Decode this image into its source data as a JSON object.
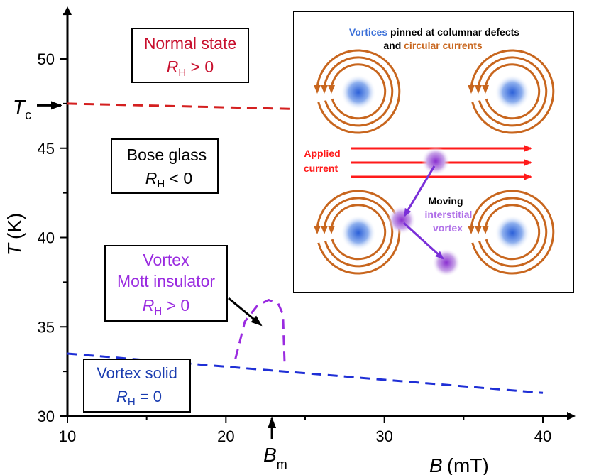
{
  "chart_data": {
    "type": "line",
    "xlabel": {
      "symbol": "B",
      "unit": "(mT)"
    },
    "ylabel": {
      "symbol": "T",
      "unit": "(K)"
    },
    "xlim": [
      10,
      41
    ],
    "ylim": [
      30,
      53
    ],
    "xticks": [
      10,
      20,
      30,
      40
    ],
    "yticks": [
      30,
      35,
      40,
      45,
      50
    ],
    "xtick_labels": [
      "10",
      "20",
      "30",
      "40"
    ],
    "ytick_labels": [
      "30",
      "35",
      "40",
      "45",
      "50"
    ],
    "markers": {
      "tc": {
        "symbol": "T",
        "subscript": "c",
        "value": 47.4
      },
      "bm": {
        "symbol": "B",
        "subscript": "m",
        "value": 22.9
      }
    },
    "series": [
      {
        "color": "#d42020",
        "style": "dashed",
        "x": [
          10,
          24.3
        ],
        "y": [
          47.5,
          47.2
        ]
      },
      {
        "color": "#1f2fd6",
        "style": "dashed",
        "x": [
          10,
          40
        ],
        "y": [
          33.5,
          31.3
        ]
      },
      {
        "color": "#9a2be0",
        "style": "dashed",
        "x": [
          20.6,
          21.2,
          22.0,
          22.7,
          23.3,
          23.6,
          23.7
        ],
        "y": [
          33.2,
          35.3,
          36.2,
          36.5,
          36.3,
          35.7,
          33.0
        ]
      }
    ],
    "regions": [
      {
        "line1": "Normal state",
        "line2_symbol": "R",
        "line2_sub": "H",
        "line2_rest": " > 0",
        "color": "#c8102e"
      },
      {
        "line1": "Bose glass",
        "line2_symbol": "R",
        "line2_sub": "H",
        "line2_rest": " < 0",
        "color": "#000000"
      },
      {
        "line1": "Vortex",
        "line1b": "Mott insulator",
        "line2_symbol": "R",
        "line2_sub": "H",
        "line2_rest": " > 0",
        "color": "#9a2be0"
      },
      {
        "line1": "Vortex solid",
        "line2_symbol": "R",
        "line2_sub": "H",
        "line2_rest": " = 0",
        "color": "#1a3cb0"
      }
    ],
    "inset": {
      "title_part1": "Vortices",
      "title_part2": " pinned at columnar defects",
      "title_line2_a": "and ",
      "title_line2_b": "circular currents",
      "applied_1": "Applied",
      "applied_2": "current",
      "moving_1": "Moving",
      "moving_2": "interstitial",
      "moving_3": "vortex",
      "colors": {
        "vortex": "#3a6fd8",
        "current": "#c8661e",
        "applied": "#ff1a1a",
        "interstitial": "#8a3ad8"
      }
    }
  }
}
